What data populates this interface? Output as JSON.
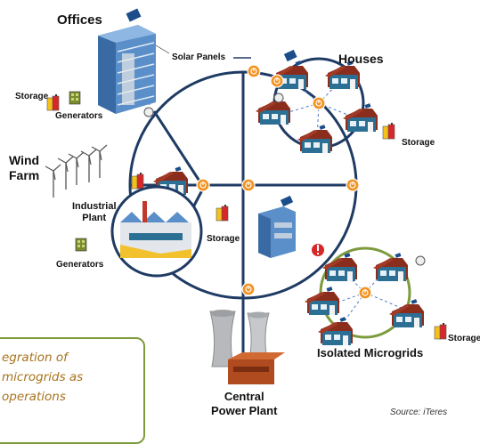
{
  "labels": {
    "offices": "Offices",
    "solar_panels": "Solar Panels",
    "houses": "Houses",
    "storage_offices": "Storage",
    "generators_offices": "Generators",
    "wind_farm": "Wind\nFarm",
    "industrial_plant": "Industrial\nPlant",
    "storage_center": "Storage",
    "generators_plant": "Generators",
    "storage_houses": "Storage",
    "storage_isolated": "Storage",
    "isolated_microgrids": "Isolated Microgrids",
    "central_power_plant": "Central\nPower Plant",
    "source": "Source: iTeres"
  },
  "note": {
    "text": "egration of\nmicrogrids as\noperations"
  },
  "colors": {
    "grid_line": "#1f3b64",
    "node_fill": "#f39322",
    "microgrid_ring": "#7d9a3d",
    "note_border": "#7d9a3d",
    "note_text": "#a8721c"
  },
  "icons": [
    "office-building-icon",
    "solar-panel-icon",
    "house-icon",
    "battery-storage-icon",
    "generator-icon",
    "wind-turbine-icon",
    "factory-icon",
    "power-plant-icon",
    "warning-icon",
    "gauge-icon",
    "connection-node-icon"
  ]
}
